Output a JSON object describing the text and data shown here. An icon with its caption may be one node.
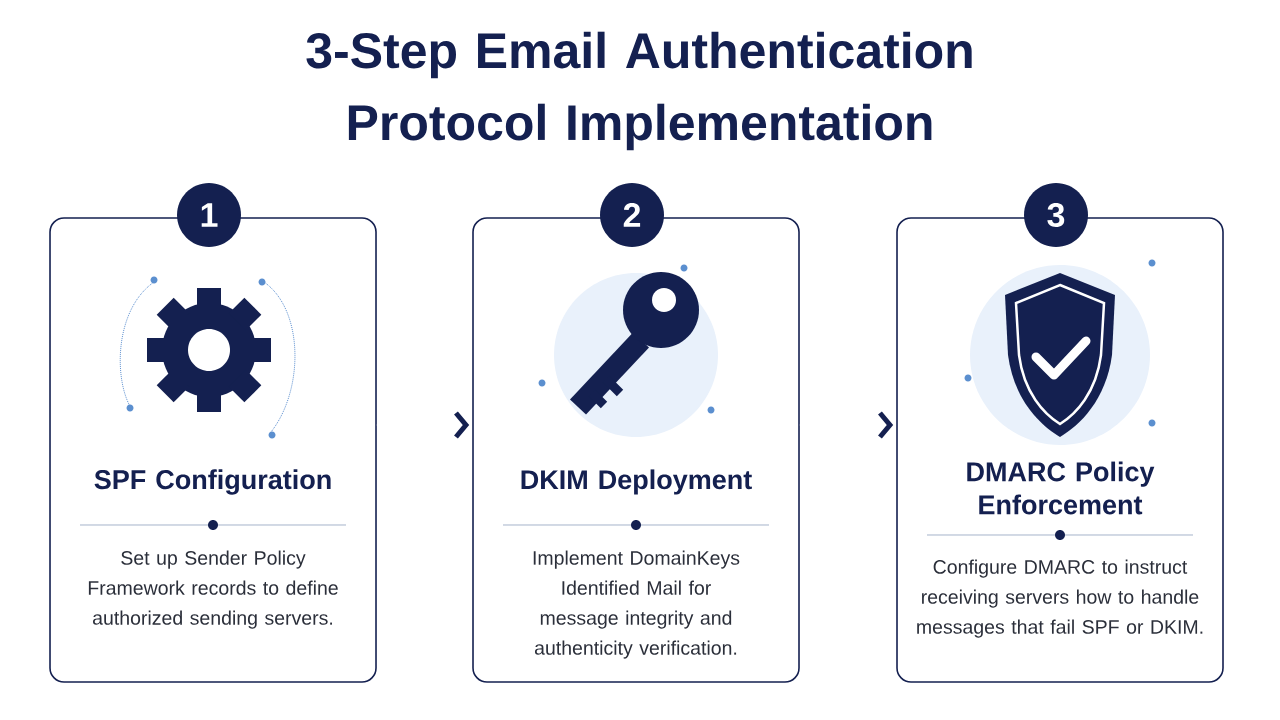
{
  "diagram": {
    "title": "3-Step Email Authentication Protocol Implementation",
    "nodes": [
      {
        "text": [
          "1"
        ]
      },
      {
        "text": [
          "SPF Configuration",
          "Set up Sender Policy Framework records to define authorized sending servers."
        ]
      },
      {
        "text": [
          "2"
        ]
      },
      {
        "text": [
          "DKIM Deployment",
          "Implement DomainKeys Identified Mail for message integrity and authenticity verification."
        ]
      },
      {
        "text": [
          "3"
        ]
      },
      {
        "text": [
          "DMARC Policy Enforcement",
          "Configure DMARC to instruct receiving servers how to handle messages that fail SPF or DKIM."
        ]
      }
    ],
    "edges": [
      {
        "from": 1,
        "to": 3,
        "arrow": "to"
      },
      {
        "from": 3,
        "to": 5,
        "arrow": "to"
      }
    ]
  }
}
